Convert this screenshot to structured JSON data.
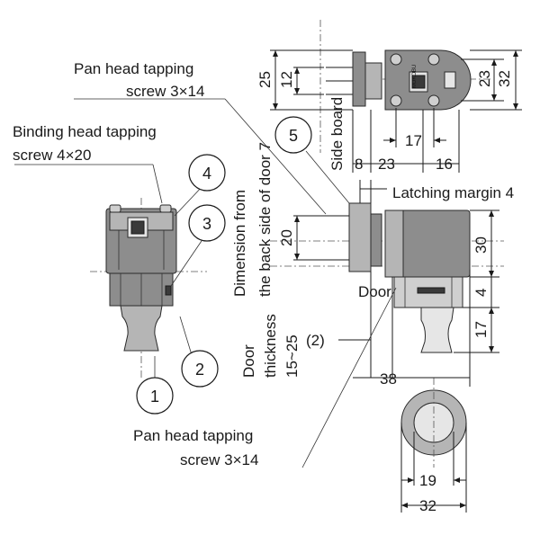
{
  "labels": {
    "pan_head_top_line1": "Pan head tapping",
    "pan_head_top_line2": "screw 3×14",
    "binding_head_line1": "Binding head tapping",
    "binding_head_line2": "screw 4×20",
    "pan_head_bottom_line1": "Pan head tapping",
    "pan_head_bottom_line2": "screw 3×14",
    "side_board": "Side board",
    "latching_margin": "Latching margin 4",
    "dimension_from_line1": "Dimension from",
    "dimension_from_line2": "the back side of door 7",
    "door": "Door",
    "door_thickness_line1": "Door",
    "door_thickness_line2": "thickness",
    "door_thickness_line3": "15~25",
    "model_mark": "MUKOBU"
  },
  "callouts": [
    "1",
    "2",
    "3",
    "4",
    "5"
  ],
  "dimensions": {
    "top_25": "25",
    "top_12": "12",
    "top_23": "23",
    "top_32": "32",
    "top_17": "17",
    "bottom_8": "8",
    "bottom_23": "23",
    "bottom_16": "16",
    "side_20": "20",
    "side_30": "30",
    "side_4": "4",
    "side_17": "17",
    "gap_2": "(2)",
    "width_38": "38",
    "knob_19": "19",
    "knob_32": "32"
  }
}
